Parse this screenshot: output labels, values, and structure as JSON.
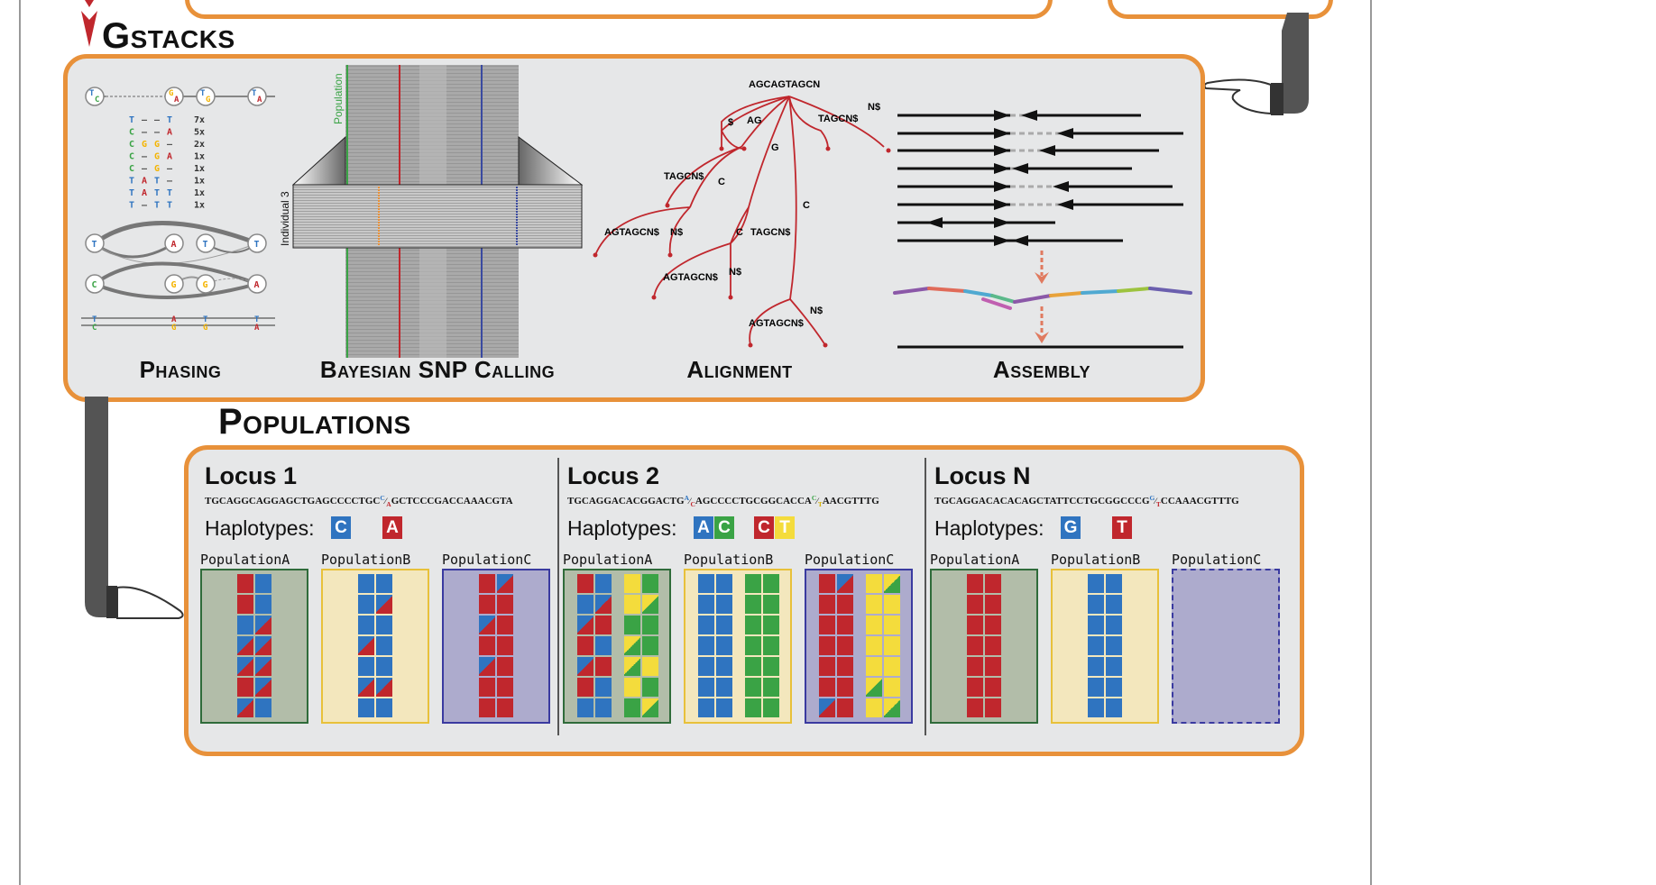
{
  "gstacks": {
    "title": "Gstacks"
  },
  "populations_title": "Populations",
  "phasing": {
    "label": "Phasing",
    "haps": [
      {
        "a": "T",
        "b": "–",
        "c": "–",
        "d": "T",
        "n": "7x"
      },
      {
        "a": "C",
        "b": "–",
        "c": "–",
        "d": "A",
        "n": "5x"
      },
      {
        "a": "C",
        "b": "G",
        "c": "G",
        "d": "–",
        "n": "2x"
      },
      {
        "a": "C",
        "b": "–",
        "c": "G",
        "d": "A",
        "n": "1x"
      },
      {
        "a": "C",
        "b": "–",
        "c": "G",
        "d": "–",
        "n": "1x"
      },
      {
        "a": "T",
        "b": "A",
        "c": "T",
        "d": "–",
        "n": "1x"
      },
      {
        "a": "T",
        "b": "A",
        "c": "T",
        "d": "T",
        "n": "1x"
      },
      {
        "a": "T",
        "b": "–",
        "c": "T",
        "d": "T",
        "n": "1x"
      }
    ],
    "row1": [
      "T",
      "A",
      "T",
      "T"
    ],
    "row2": [
      "C",
      "G",
      "G",
      "A"
    ]
  },
  "snp": {
    "label": "Bayesian SNP Calling",
    "population": "Population",
    "individual": "Individual 3"
  },
  "alignment": {
    "label": "Alignment",
    "root": "AGCAGTAGCN",
    "edges": [
      "$",
      "AG",
      "G",
      "TAGCN$",
      "N$",
      "TAGCN$",
      "C",
      "AGTAGCN$",
      "N$",
      "C",
      "TAGCN$",
      "AGTAGCN$",
      "N$",
      "C",
      "AGTAGCN$",
      "N$"
    ]
  },
  "assembly": {
    "label": "Assembly"
  },
  "loci": [
    {
      "title": "Locus 1",
      "seq_a": "TGCAGGCAGGAGCTGAGCCCCTGC",
      "snp1": [
        "C",
        "A"
      ],
      "seq_b": "GCTCCCGACCAAACGTA",
      "haplotypes_label": "Haplotypes:",
      "haps": [
        [
          "C"
        ],
        [
          "A"
        ]
      ],
      "pops": [
        "PopulationA",
        "PopulationB",
        "PopulationC"
      ]
    },
    {
      "title": "Locus 2",
      "seq_a": "TGCAGGACACGGACTG",
      "snp1": [
        "A",
        "C"
      ],
      "seq_b": "AGCCCCTGCGGCACCA",
      "snp2": [
        "C",
        "T"
      ],
      "seq_c": "AACGTTTG",
      "haplotypes_label": "Haplotypes:",
      "haps": [
        [
          "A",
          "C"
        ],
        [
          "C",
          "T"
        ]
      ],
      "pops": [
        "PopulationA",
        "PopulationB",
        "PopulationC"
      ]
    },
    {
      "title": "Locus N",
      "seq_a": "TGCAGGACACACAGCTATTCCTGCGGCCCG",
      "snp1": [
        "G",
        "T"
      ],
      "seq_b": "CCAAACGTTTG",
      "haplotypes_label": "Haplotypes:",
      "haps": [
        [
          "G"
        ],
        [
          "T"
        ]
      ],
      "pops": [
        "PopulationA",
        "PopulationB",
        "PopulationC"
      ]
    }
  ],
  "colors": {
    "orange": "#e8913a",
    "panel": "#e6e7e8",
    "red": "#c0272d",
    "blue": "#2f74c0",
    "green": "#3aa345",
    "yellow": "#f4dc3c",
    "popA": "#b2bda9",
    "popB": "#f3e7bd",
    "popC": "#adabcd"
  }
}
